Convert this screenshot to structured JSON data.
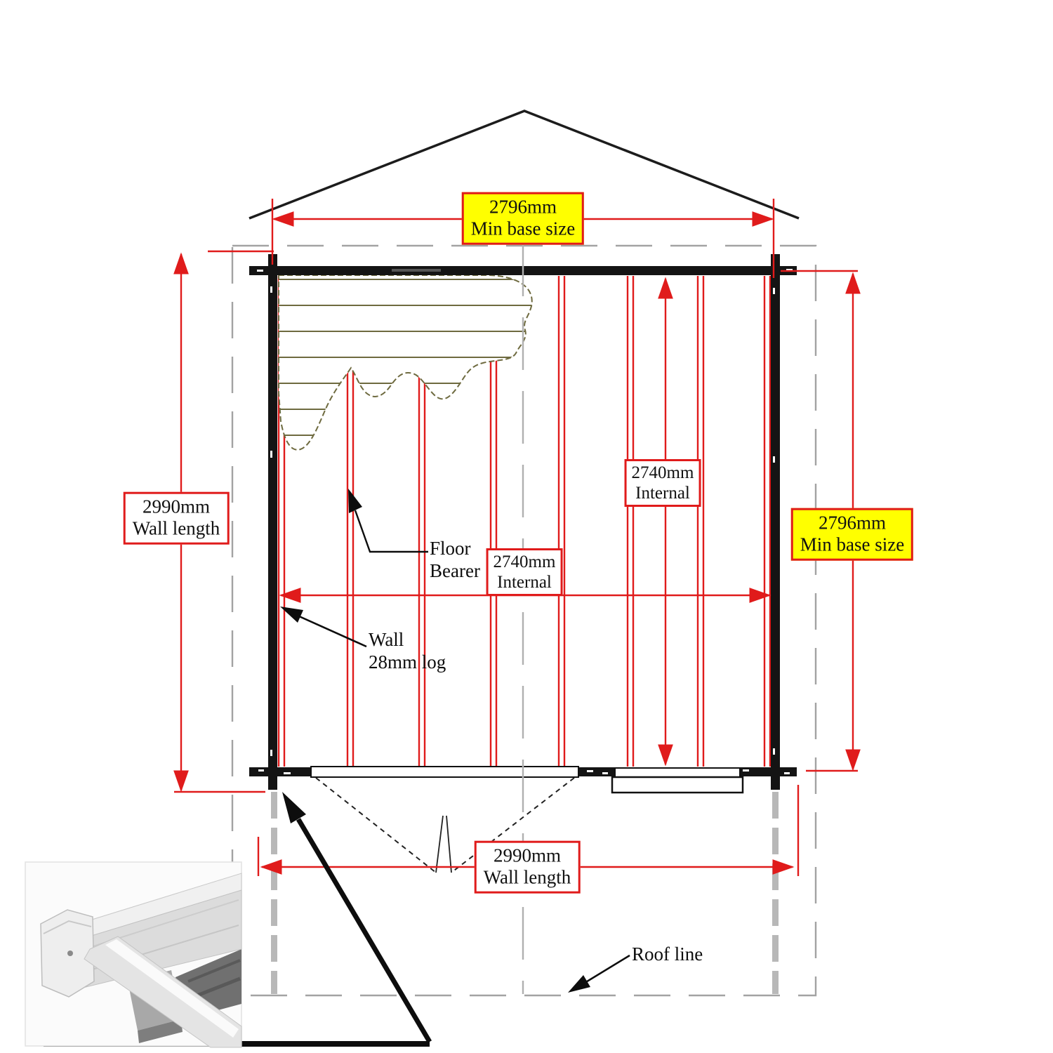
{
  "labels": {
    "base_width_top": {
      "value": "2796mm",
      "caption": "Min base size"
    },
    "wall_length_left": {
      "value": "2990mm",
      "caption": "Wall length"
    },
    "base_width_right": {
      "value": "2796mm",
      "caption": "Min base size"
    },
    "wall_length_bottom": {
      "value": "2990mm",
      "caption": "Wall length"
    },
    "internal_width": {
      "value": "2740mm",
      "caption": "Internal"
    },
    "internal_depth": {
      "value": "2740mm",
      "caption": "Internal"
    },
    "floor_bearer": {
      "line1": "Floor",
      "line2": "Bearer"
    },
    "wall_log": {
      "line1": "Wall",
      "line2": "28mm log"
    },
    "roof_line": {
      "text": "Roof line"
    }
  },
  "colors": {
    "dimension_red": "#e01b1b",
    "highlight_yellow": "#ffff00",
    "wall_black": "#141414",
    "roof_line_gray": "#b8b8b8",
    "floorboard_khaki": "#6e6a3f"
  }
}
